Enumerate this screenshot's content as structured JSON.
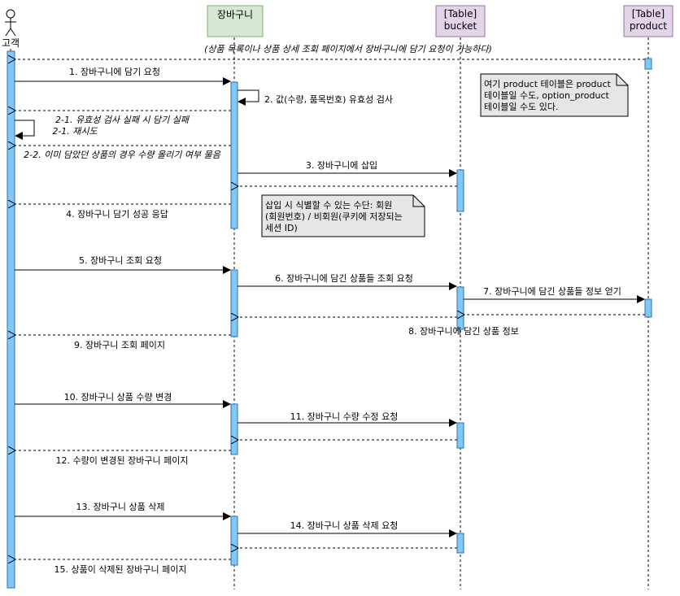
{
  "participants": {
    "customer": {
      "name": "고객"
    },
    "cart": {
      "name": "장바구니"
    },
    "bucket": {
      "line1": "[Table]",
      "line2": "bucket"
    },
    "product": {
      "line1": "[Table]",
      "line2": "product"
    }
  },
  "messages": {
    "m0": "(상품 목록이나 상품 상세 조회 페이지에서 장바구니에 담기 요청이 가능하다)",
    "m1": "1. 장바구니에 담기 요청",
    "m2": "2. 값(수량, 품목번호) 유효성 검사",
    "m2_1": "2-1. 유효성 검사 실패 시 담기 실패",
    "m2_1b": "2-1. 재시도",
    "m2_2": "2-2. 이미 담았던 상품의 경우 수량 올리기 여부 물음",
    "m3": "3. 장바구니에 삽입",
    "m4": "4. 장바구니 담기 성공 응답",
    "m5": "5. 장바구니 조회 요청",
    "m6": "6. 장바구니에 담긴 상품들 조회 요청",
    "m7": "7. 장바구니에 담긴 상품들 정보 얻기",
    "m8": "8. 장바구니에 담긴 상품 정보",
    "m9": "9. 장바구니 조회 페이지",
    "m10": "10. 장바구니 상품 수량 변경",
    "m11": "11. 장바구니 수량 수정 요청",
    "m12": "12. 수량이 변경된 장바구니 페이지",
    "m13": "13. 장바구니 상품 삭제",
    "m14": "14. 장바구니 상품 삭제 요청",
    "m15": "15. 상품이 삭제된 장바구니 페이지"
  },
  "notes": {
    "product_note": {
      "line1": "여기 product 테이블은 product",
      "line2": "테이블일 수도, option_product",
      "line3": "테이블일 수도 있다."
    },
    "insert_note": {
      "line1": "삽입 시 식별할 수 있는 수단: 회원",
      "line2": "(회원번호) / 비회원(쿠키에 저장되는",
      "line3": "세션 ID)"
    }
  },
  "colors": {
    "activation_fill": "#7fc8f8",
    "activation_stroke": "#3a6ea5",
    "cart_header_fill": "#d5e8d4",
    "cart_header_stroke": "#82b366",
    "table_header_fill": "#e1d5e7",
    "table_header_stroke": "#9673a6",
    "note_fill": "#e6e6e6"
  }
}
